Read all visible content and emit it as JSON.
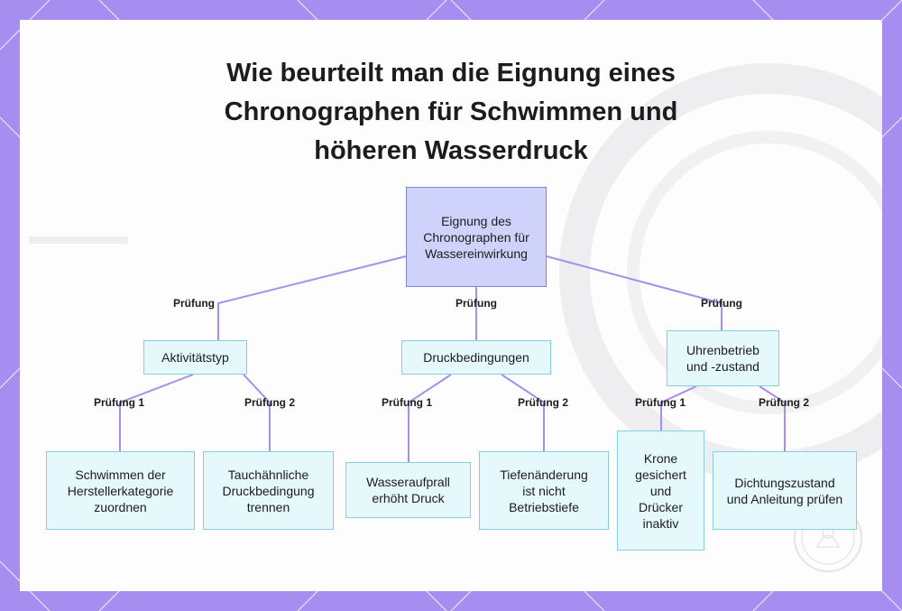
{
  "title": {
    "line1": "Wie beurteilt man die Eignung eines",
    "line2": "Chronographen für Schwimmen und",
    "line3": "höheren Wasserdruck"
  },
  "colors": {
    "frame": "#a68df0",
    "root_fill": "#cfd3fb",
    "node_fill": "#e5f8fc",
    "node_border": "#86cfe0",
    "connector": "#a98ee8"
  },
  "diagram": {
    "root": "Eignung des Chronographen für Wassereinwirkung",
    "branches": [
      {
        "edge_label": "Prüfung",
        "label": "Aktivitätstyp",
        "children": [
          {
            "edge_label": "Prüfung 1",
            "label": "Schwimmen der Herstellerkategorie zuordnen"
          },
          {
            "edge_label": "Prüfung 2",
            "label": "Tauchähnliche Druckbedingung trennen"
          }
        ]
      },
      {
        "edge_label": "Prüfung",
        "label": "Druckbedingungen",
        "children": [
          {
            "edge_label": "Prüfung 1",
            "label": "Wasseraufprall erhöht Druck"
          },
          {
            "edge_label": "Prüfung 2",
            "label": "Tiefenänderung ist nicht Betriebstiefe"
          }
        ]
      },
      {
        "edge_label": "Prüfung",
        "label": "Uhrenbetrieb und -zustand",
        "children": [
          {
            "edge_label": "Prüfung 1",
            "label": "Krone gesichert und Drücker inaktiv"
          },
          {
            "edge_label": "Prüfung 2",
            "label": "Dichtungszustand und Anleitung prüfen"
          }
        ]
      }
    ]
  }
}
